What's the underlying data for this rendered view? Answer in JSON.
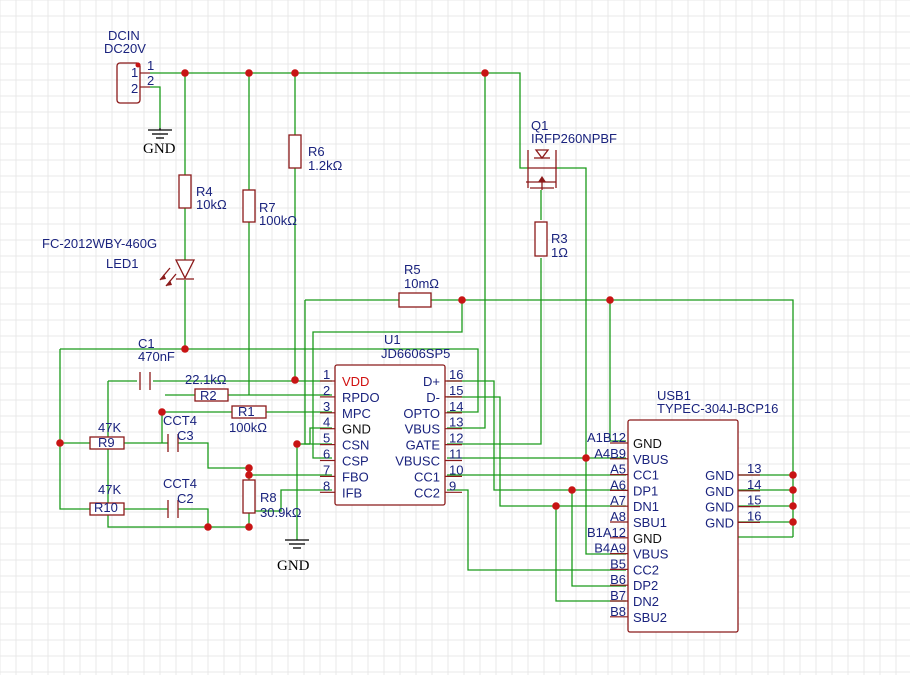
{
  "components": {
    "dcin": {
      "name": "DCIN",
      "value": "DC20V",
      "pins": [
        "1",
        "2"
      ]
    },
    "q1": {
      "name": "Q1",
      "value": "IRFP260NPBF"
    },
    "r3": {
      "name": "R3",
      "value": "1Ω"
    },
    "r4": {
      "name": "R4",
      "value": "10kΩ"
    },
    "r5": {
      "name": "R5",
      "value": "10mΩ"
    },
    "r6": {
      "name": "R6",
      "value": "1.2kΩ"
    },
    "r7": {
      "name": "R7",
      "value": "100kΩ"
    },
    "r8": {
      "name": "R8",
      "value": "30.9kΩ"
    },
    "r1": {
      "name": "R1",
      "value": "100kΩ"
    },
    "r2": {
      "name": "R2",
      "value": "22.1kΩ"
    },
    "r9": {
      "name": "R9",
      "value": "47K"
    },
    "r10": {
      "name": "R10",
      "value": "47K"
    },
    "led1": {
      "name": "LED1",
      "value": "FC-2012WBY-460G"
    },
    "c1": {
      "name": "C1",
      "value": "470nF"
    },
    "c2": {
      "name": "C2",
      "value": "CCT4"
    },
    "c3": {
      "name": "C3",
      "value": "CCT4"
    },
    "u1": {
      "name": "U1",
      "value": "JD6606SP5",
      "left_pins": [
        {
          "num": "1",
          "name": "VDD"
        },
        {
          "num": "2",
          "name": "RPDO"
        },
        {
          "num": "3",
          "name": "MPC"
        },
        {
          "num": "4",
          "name": "GND"
        },
        {
          "num": "5",
          "name": "CSN"
        },
        {
          "num": "6",
          "name": "CSP"
        },
        {
          "num": "7",
          "name": "FBO"
        },
        {
          "num": "8",
          "name": "IFB"
        }
      ],
      "right_pins": [
        {
          "num": "16",
          "name": "D+"
        },
        {
          "num": "15",
          "name": "D-"
        },
        {
          "num": "14",
          "name": "OPTO"
        },
        {
          "num": "13",
          "name": "VBUS"
        },
        {
          "num": "12",
          "name": "GATE"
        },
        {
          "num": "11",
          "name": "VBUSC"
        },
        {
          "num": "10",
          "name": "CC1"
        },
        {
          "num": "9",
          "name": "CC2"
        }
      ]
    },
    "usb1": {
      "name": "USB1",
      "value": "TYPEC-304J-BCP16",
      "left_pins": [
        {
          "num": "A1B12",
          "name": "GND"
        },
        {
          "num": "A4B9",
          "name": "VBUS"
        },
        {
          "num": "A5",
          "name": "CC1"
        },
        {
          "num": "A6",
          "name": "DP1"
        },
        {
          "num": "A7",
          "name": "DN1"
        },
        {
          "num": "A8",
          "name": "SBU1"
        },
        {
          "num": "B1A12",
          "name": "GND"
        },
        {
          "num": "B4A9",
          "name": "VBUS"
        },
        {
          "num": "B5",
          "name": "CC2"
        },
        {
          "num": "B6",
          "name": "DP2"
        },
        {
          "num": "B7",
          "name": "DN2"
        },
        {
          "num": "B8",
          "name": "SBU2"
        }
      ],
      "right_pins": [
        {
          "num": "13",
          "name": "GND"
        },
        {
          "num": "14",
          "name": "GND"
        },
        {
          "num": "15",
          "name": "GND"
        },
        {
          "num": "16",
          "name": "GND"
        }
      ]
    }
  },
  "ground_label": "GND",
  "colors": {
    "wire": "#1a9a1a",
    "component": "#8b1a1a",
    "junction": "#c81414",
    "label": "#1a237e",
    "vdd_pin": "#d01010"
  }
}
